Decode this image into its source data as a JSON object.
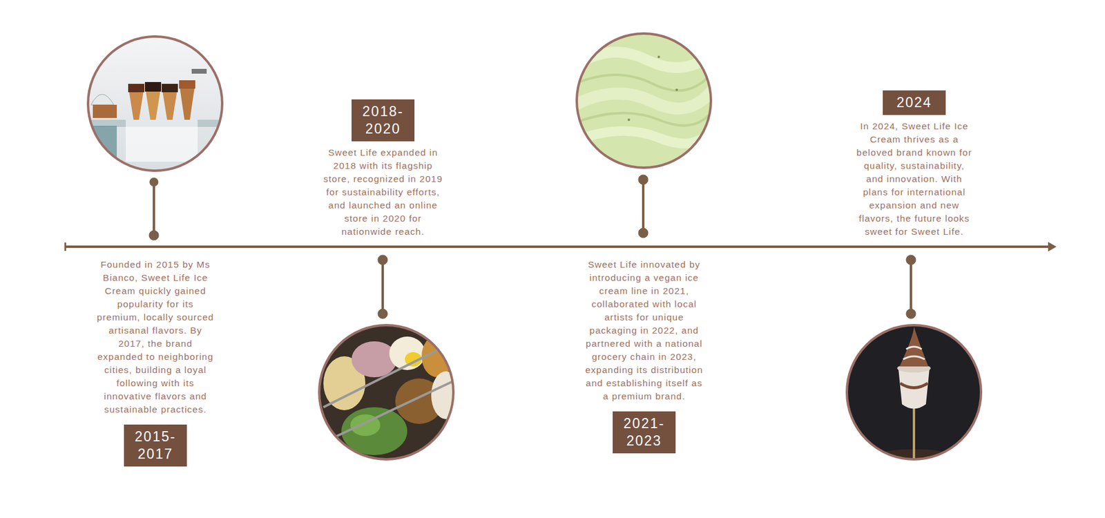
{
  "diagram": {
    "nodes": [
      {
        "text": [
          "2015- 2017",
          "Founded in 2015 by Ms Bianco, Sweet Life Ice Cream quickly gained popularity for its premium, locally sourced artisanal flavors. By 2017, the brand expanded to neighboring cities, building a loyal following with its innovative flavors and sustainable practices."
        ]
      },
      {
        "text": [
          "2018- 2020",
          "Sweet Life expanded in 2018 with its flagship store, recognized in 2019 for sustainability efforts, and launched an online store in 2020 for nationwide reach."
        ]
      },
      {
        "text": [
          "2021- 2023",
          "Sweet Life innovated by introducing a vegan ice cream line in 2021, collaborated with local artists for unique packaging in 2022, and partnered with a national grocery chain in 2023, expanding its distribution and establishing itself as a premium brand."
        ]
      },
      {
        "text": [
          "2024",
          "In 2024, Sweet Life Ice Cream thrives as a beloved brand known for quality, sustainability, and innovation. With plans for international expansion and new flavors, the future looks sweet for Sweet Life."
        ]
      }
    ]
  }
}
